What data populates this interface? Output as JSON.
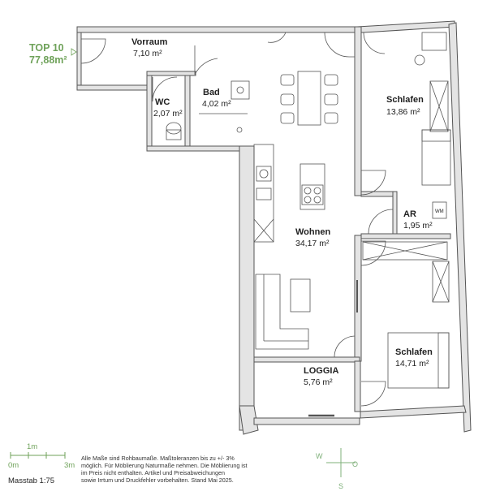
{
  "unit": {
    "name": "TOP 10",
    "total_area": "77,88m²"
  },
  "rooms": [
    {
      "name": "Vorraum",
      "area": "7,10 m²"
    },
    {
      "name": "WC",
      "area": "2,07 m²"
    },
    {
      "name": "Bad",
      "area": "4,02 m²"
    },
    {
      "name": "Schlafen",
      "area": "13,86 m²"
    },
    {
      "name": "AR",
      "area": "1,95 m²"
    },
    {
      "name": "Wohnen",
      "area": "34,17 m²"
    },
    {
      "name": "Schlafen",
      "area": "14,71 m²"
    },
    {
      "name": "LOGGIA",
      "area": "5,76 m²"
    }
  ],
  "appliance_label": "WM",
  "scale": {
    "label_1m": "1m",
    "label_0m": "0m",
    "label_3m": "3m",
    "caption": "Masstab 1:75"
  },
  "disclaimer_lines": [
    "Alle Maße sind Rohbaumaße. Maßtoleranzen bis zu +/- 3%",
    "möglich. Für Möblierung Naturmaße nehmen. Die Möblierung ist",
    "im Preis nicht enthalten. Artikel und Preisabweichungen",
    "sowie Irrtum und Druckfehler vorbehalten. Stand Mai 2025."
  ],
  "compass": {
    "west": "W",
    "south": "S",
    "east": "O"
  },
  "colors": {
    "wall_fill": "#e4e4e4",
    "wall_stroke": "#555555",
    "accent": "#6fa25a",
    "compass": "#7fb07a"
  }
}
